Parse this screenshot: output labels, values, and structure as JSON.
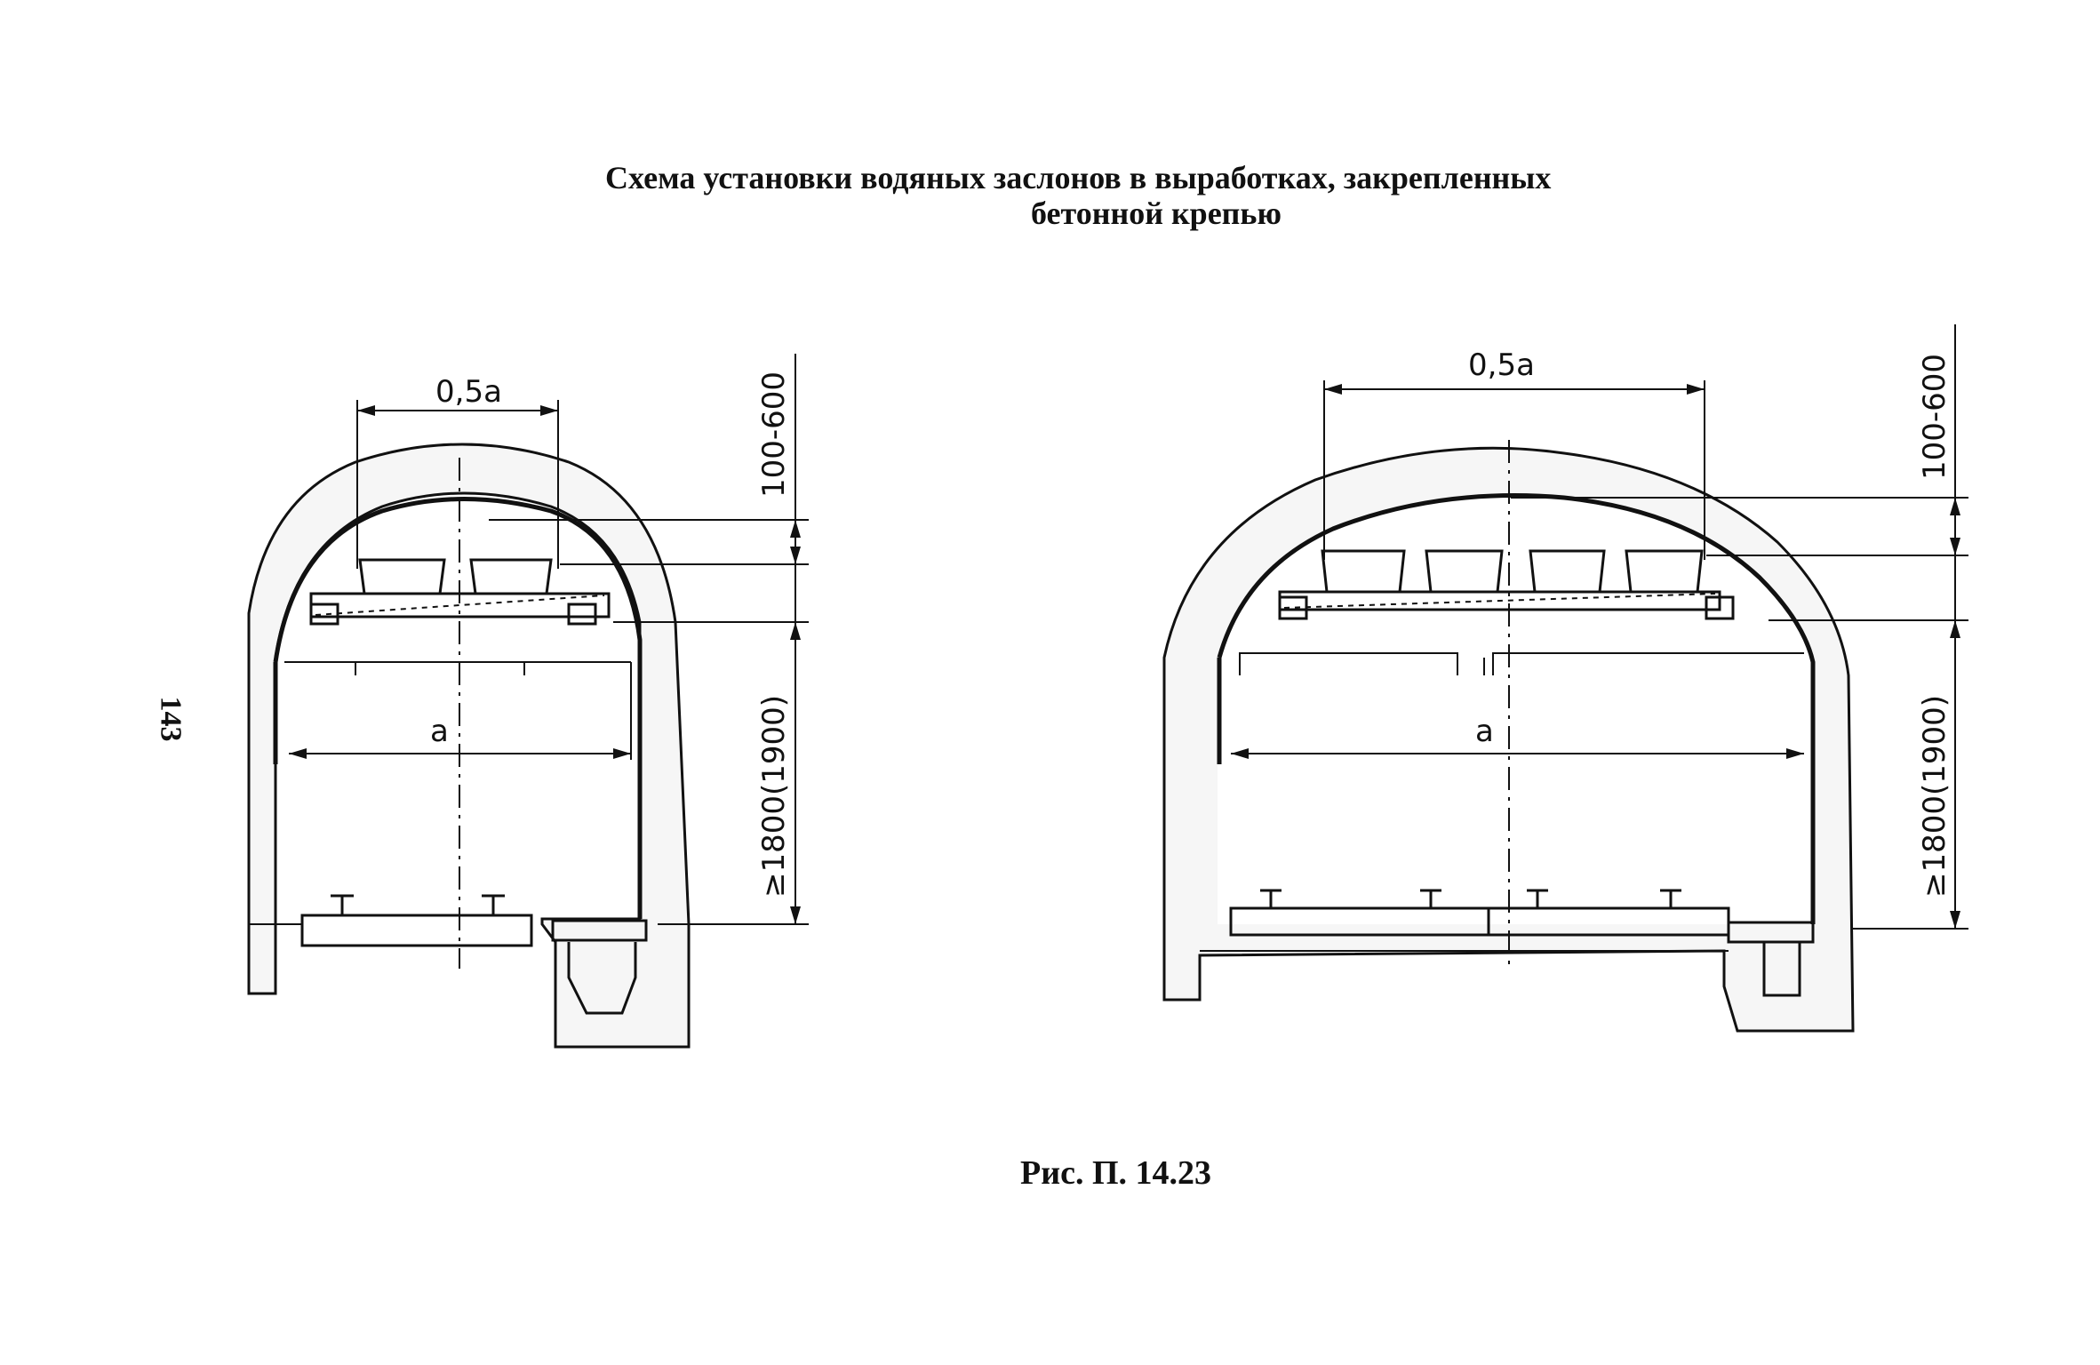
{
  "page": {
    "title_line1": "Схема установки водяных заслонов в выработках, закрепленных",
    "title_line2": "бетонной крепью",
    "caption": "Рис. П. 14.23",
    "page_number": "143"
  },
  "left_diagram": {
    "dim_top": "0,5а",
    "dim_width": "а",
    "dim_gap": "100-600",
    "dim_height": "≥1800(1900)"
  },
  "right_diagram": {
    "dim_top": "0,5а",
    "dim_width": "а",
    "dim_gap": "100-600",
    "dim_height": "≥1800(1900)"
  }
}
